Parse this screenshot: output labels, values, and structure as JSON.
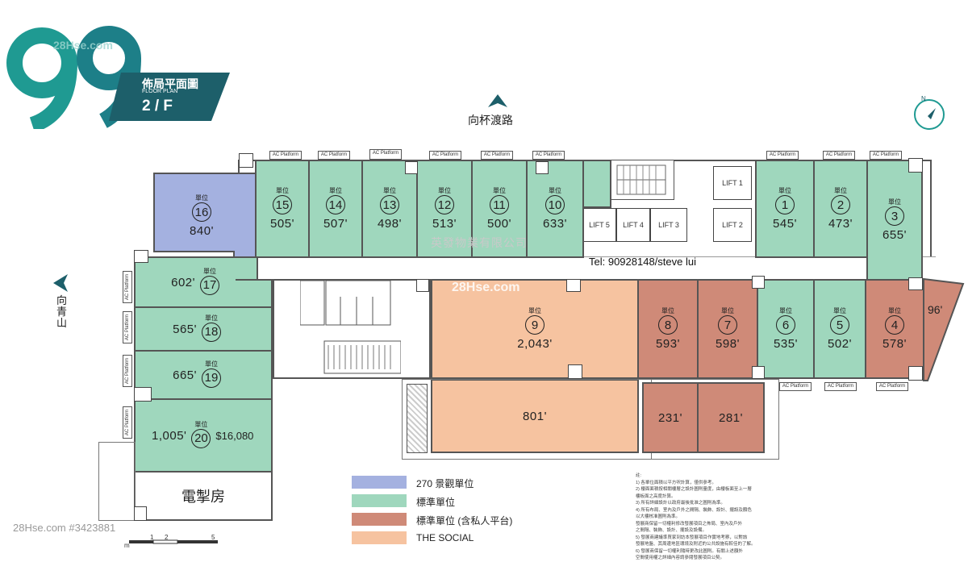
{
  "brand": {
    "logo_text": "99",
    "title_zh": "佈局平面圖",
    "title_en": "FLOOR PLAN",
    "floor": "2 / F",
    "accent": "#1f8f8a",
    "dark": "#1d5f6a"
  },
  "directions": {
    "north_road": "向杯渡路",
    "west_road": "向青山",
    "compass": "N"
  },
  "watermarks": {
    "agency": "英發物業有限公司",
    "contact": "Tel: 90928148/steve lui",
    "site": "28Hse.com #3423881",
    "overlay": "28Hse.com"
  },
  "unit_label": "單位",
  "ac_platform": "AC Platform",
  "units": [
    {
      "id": "u16",
      "num": "16",
      "area": "840'",
      "type": "view270"
    },
    {
      "id": "u15",
      "num": "15",
      "area": "505'",
      "type": "standard"
    },
    {
      "id": "u14",
      "num": "14",
      "area": "507'",
      "type": "standard"
    },
    {
      "id": "u13",
      "num": "13",
      "area": "498'",
      "type": "standard"
    },
    {
      "id": "u12",
      "num": "12",
      "area": "513'",
      "type": "standard"
    },
    {
      "id": "u11",
      "num": "11",
      "area": "500'",
      "type": "standard"
    },
    {
      "id": "u10",
      "num": "10",
      "area": "633'",
      "type": "standard"
    },
    {
      "id": "u1",
      "num": "1",
      "area": "545'",
      "type": "standard"
    },
    {
      "id": "u2",
      "num": "2",
      "area": "473'",
      "type": "standard"
    },
    {
      "id": "u3",
      "num": "3",
      "area": "655'",
      "type": "standard"
    },
    {
      "id": "u17",
      "num": "17",
      "area": "602'",
      "type": "standard"
    },
    {
      "id": "u18",
      "num": "18",
      "area": "565'",
      "type": "standard"
    },
    {
      "id": "u19",
      "num": "19",
      "area": "665'",
      "type": "standard"
    },
    {
      "id": "u20",
      "num": "20",
      "area": "1,005'",
      "type": "standard",
      "price": "$16,080"
    },
    {
      "id": "u9",
      "num": "9",
      "area": "2,043'",
      "type": "social"
    },
    {
      "id": "u8",
      "num": "8",
      "area": "593'",
      "type": "private"
    },
    {
      "id": "u7",
      "num": "7",
      "area": "598'",
      "type": "private"
    },
    {
      "id": "u6",
      "num": "6",
      "area": "535'",
      "type": "standard"
    },
    {
      "id": "u5",
      "num": "5",
      "area": "502'",
      "type": "standard"
    },
    {
      "id": "u4",
      "num": "4",
      "area": "578'",
      "type": "private"
    }
  ],
  "extras": {
    "u4_terrace": "96'",
    "social_terrace": "801'",
    "u8_terrace": "231'",
    "u7_terrace": "281'",
    "plant_room": "電掣房"
  },
  "lifts": [
    "LIFT 1",
    "LIFT 2",
    "LIFT 3",
    "LIFT 4",
    "LIFT 5"
  ],
  "legend": [
    {
      "label": "270 景觀單位",
      "color": "#a4b1e0"
    },
    {
      "label": "標準單位",
      "color": "#9fd7bd"
    },
    {
      "label": "標準單位 (含私人平台)",
      "color": "#cf8a78"
    },
    {
      "label": "THE SOCIAL",
      "color": "#f6c3a0"
    }
  ],
  "scale": {
    "unit": "m",
    "ticks": [
      "1",
      "2",
      "5"
    ]
  },
  "notes": [
    "註:",
    "1) 各單位面積以平方呎計算，僅供參考。",
    "2) 樓面面積按相關樓層之設計圖則量度，由樓板面至上一層",
    "   樓板面之高度計算。",
    "3) 所有詳細設計以政府最後批准之圖則為準。",
    "4) 所有布局、室內及戶外之間隔、裝飾、設計、擺設及顏色",
    "   以大樓核准圖則為準。",
    "   發展商保留一切權利修改發展項目之佈局、室內及戶外",
    "   之間隔、裝飾、設計、擺設及設備。",
    "5) 發展商建議準買家到訪本發展項目作實地考察，以對該",
    "   發展地盤、其周邊地區環境及附近的公共設施有較佳的了解。",
    "6) 發展商保留一切權利隨時更改此圖則。有關上述額外",
    "   空間使用權之詳細內容請參閱發展項目公契。"
  ]
}
